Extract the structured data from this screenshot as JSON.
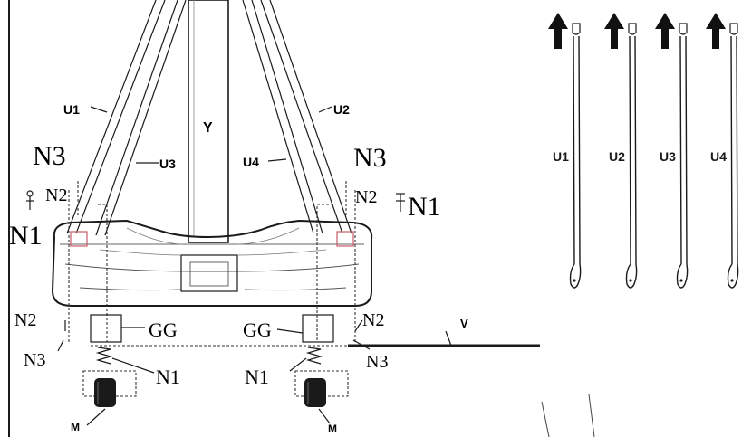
{
  "labels": {
    "u1": "U1",
    "u2": "U2",
    "u3": "U3",
    "u4": "U4",
    "y": "Y",
    "n3": "N3",
    "n2": "N2",
    "n1": "N1",
    "gg": "GG",
    "v": "V",
    "m": "M"
  },
  "tubes": [
    {
      "label": "U1"
    },
    {
      "label": "U2"
    },
    {
      "label": "U3"
    },
    {
      "label": "U4"
    }
  ],
  "colors": {
    "ink": "#1a1a1a",
    "paper": "#ffffff",
    "accent_red": "#c85a6a"
  }
}
